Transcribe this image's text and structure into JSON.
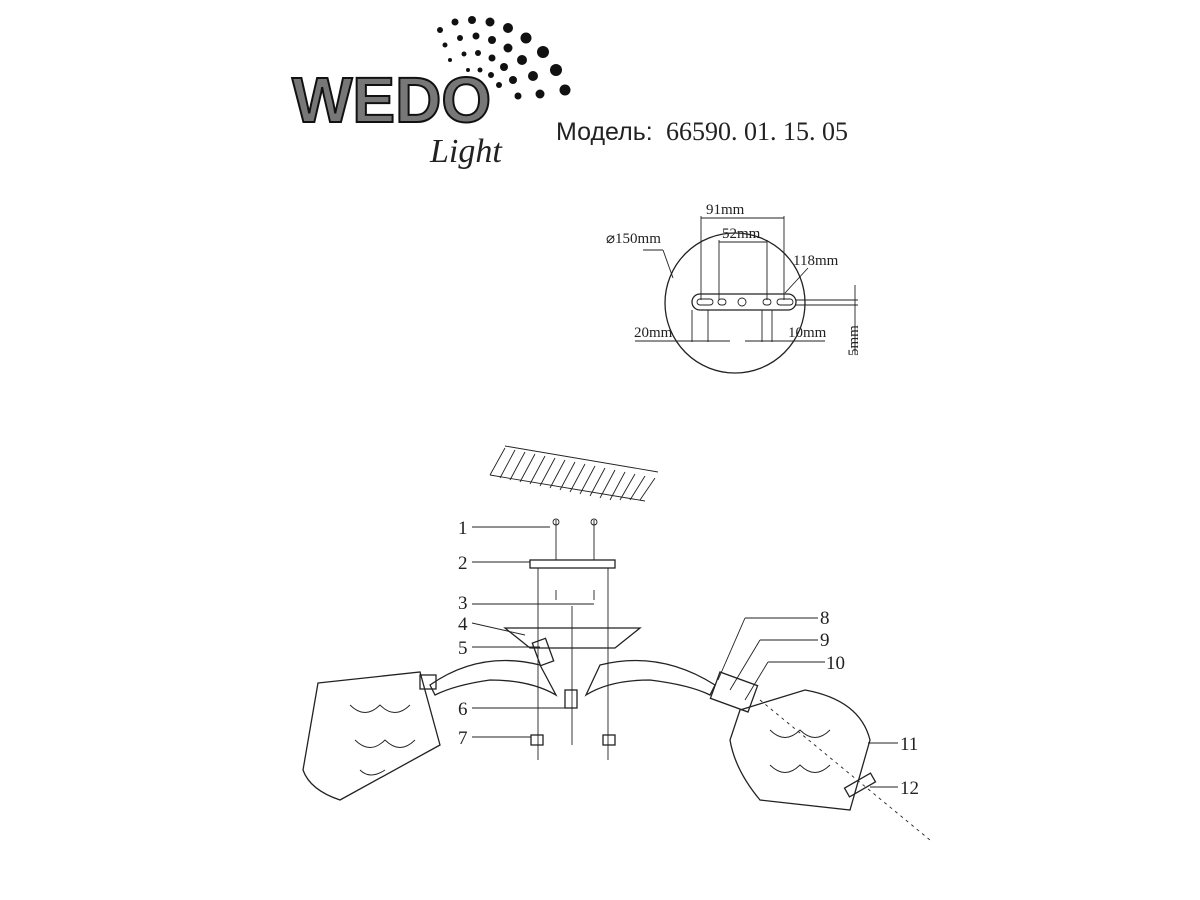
{
  "logo": {
    "brand": "WEDO",
    "sub": "Light"
  },
  "model": {
    "label": "Модель:",
    "number": "66590. 01. 15. 05"
  },
  "mounting_plate": {
    "diameter": "⌀150mm",
    "width_outer": "91mm",
    "width_inner": "52mm",
    "length": "118mm",
    "left_offset": "20mm",
    "right_offset": "10mm",
    "thickness": "5mm"
  },
  "callouts": [
    "1",
    "2",
    "3",
    "4",
    "5",
    "6",
    "7",
    "8",
    "9",
    "10",
    "11",
    "12"
  ]
}
